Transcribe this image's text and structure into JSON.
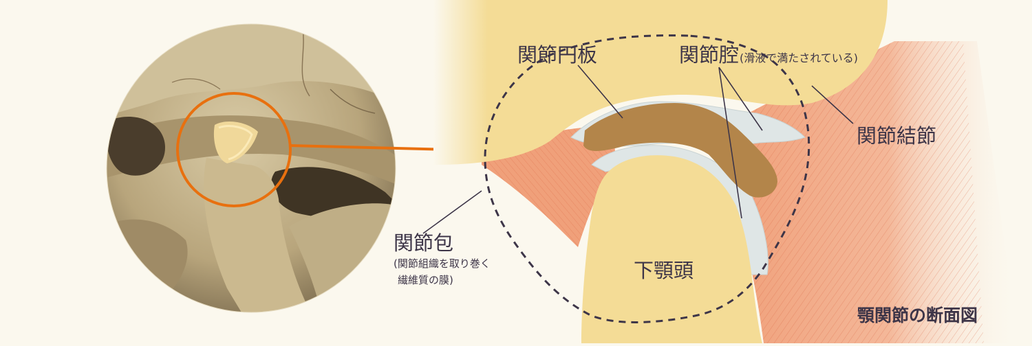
{
  "caption": "顎関節の断面図",
  "labels": {
    "disc": "関節円板",
    "cavity": "関節腔",
    "cavity_note": "(滑液で満たされている)",
    "eminence": "関節結節",
    "capsule": "関節包",
    "capsule_note_1": "(関節組織を取り巻く",
    "capsule_note_2": "繊維質の膜)",
    "condyle": "下顎頭"
  },
  "colors": {
    "background": "#fbf8ee",
    "bone": "#f4dc96",
    "disc": "#b3854a",
    "ligament": "#f0a07a",
    "synovial": "#dfe6e6",
    "highlight": "#e8700f",
    "ink": "#3d3548"
  }
}
